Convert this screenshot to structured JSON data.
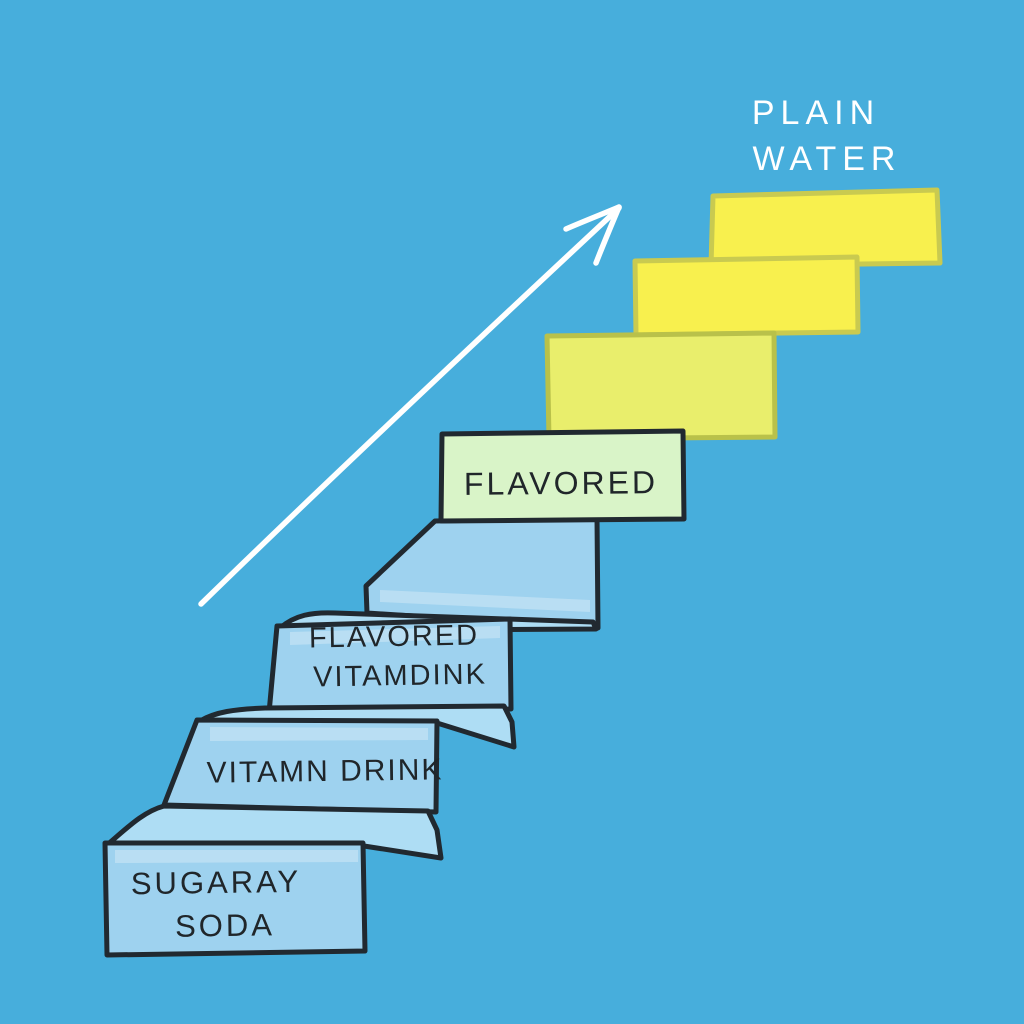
{
  "illustration": {
    "background_color": "#47AEDC",
    "goal_label": {
      "line1": "PLAIN",
      "line2": "WATER"
    },
    "steps": [
      {
        "id": "sugary-soda",
        "label_line1": "SUGARAY",
        "label_line2": "SODA"
      },
      {
        "id": "vitamin-drink",
        "label_line1": "VITAMN DRINK",
        "label_line2": ""
      },
      {
        "id": "flavored-vitamin-drink",
        "label_line1": "FLAVORED",
        "label_line2": "VITAMDINK"
      },
      {
        "id": "unlabeled-blue-step",
        "label_line1": "",
        "label_line2": ""
      },
      {
        "id": "flavored",
        "label_line1": "FLAVORED",
        "label_line2": ""
      },
      {
        "id": "yellow-step-low",
        "label_line1": "",
        "label_line2": ""
      },
      {
        "id": "yellow-step-mid",
        "label_line1": "",
        "label_line2": ""
      },
      {
        "id": "yellow-step-top",
        "label_line1": "",
        "label_line2": ""
      }
    ],
    "colors": {
      "background": "#47AEDC",
      "step_blue": "#9ED2EF",
      "tread_blue": "#AEDDF4",
      "outline": "#212930",
      "green_fill": "#D9F4C8",
      "yellow": "#F8F04E",
      "yellow_border": "#C9CA50",
      "yellow_green": "#E9EE6C",
      "yellow_green_border": "#B9C14A",
      "text_dark": "#20262A",
      "arrow_white": "#FFFFFF"
    }
  }
}
